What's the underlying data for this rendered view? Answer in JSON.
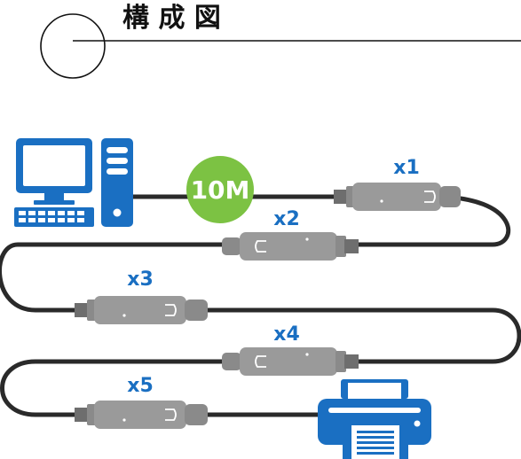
{
  "header": {
    "title": "構 成 図"
  },
  "diagram": {
    "length_badge": "10M",
    "extenders": [
      {
        "label": "x1"
      },
      {
        "label": "x2"
      },
      {
        "label": "x3"
      },
      {
        "label": "x4"
      },
      {
        "label": "x5"
      }
    ],
    "source_device": "computer-icon",
    "target_device": "printer-icon"
  },
  "colors": {
    "accent_blue": "#1a6fc2",
    "badge_green": "#7cc243",
    "cable": "#2a2a2a",
    "extender_body": "#9a9a9a"
  }
}
